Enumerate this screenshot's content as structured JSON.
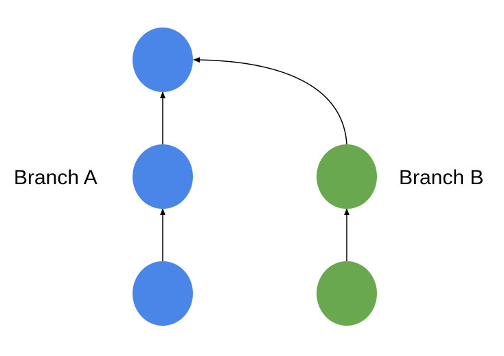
{
  "diagram": {
    "branches": [
      {
        "id": "a",
        "label": "Branch A",
        "color": "#4a86e8",
        "commits": 3
      },
      {
        "id": "b",
        "label": "Branch B",
        "color": "#6aa84f",
        "commits": 2
      }
    ],
    "edges": [
      {
        "from": "a-2",
        "to": "a-1"
      },
      {
        "from": "a-3",
        "to": "a-2"
      },
      {
        "from": "b-2",
        "to": "b-1"
      },
      {
        "from": "b-1",
        "to": "a-1"
      }
    ],
    "edge_color": "#000000"
  }
}
